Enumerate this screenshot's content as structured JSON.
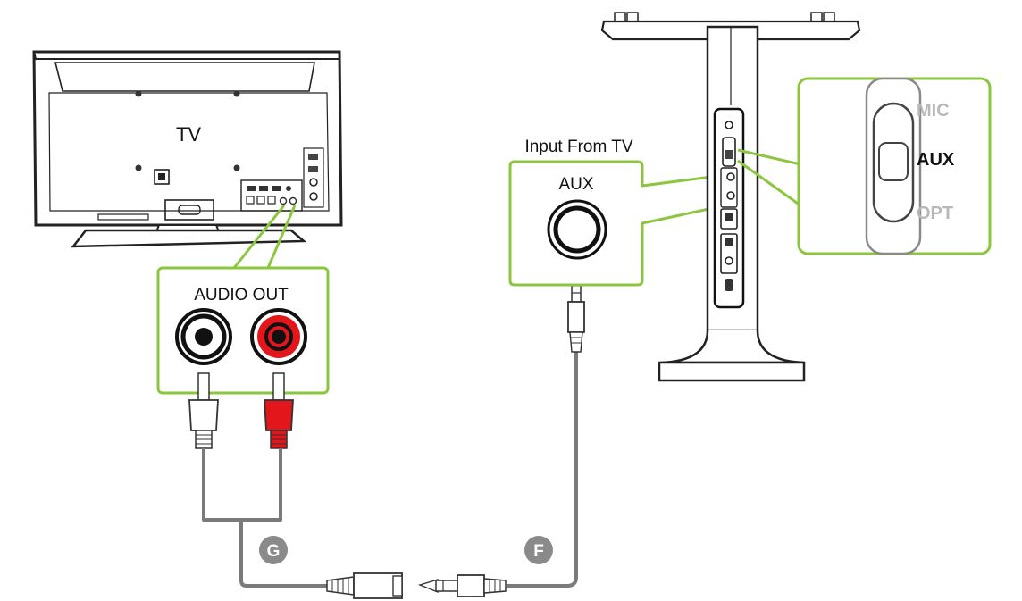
{
  "tv": {
    "label": "TV"
  },
  "audio_out": {
    "label": "AUDIO OUT"
  },
  "input_from_tv": {
    "heading": "Input From TV",
    "port_label": "AUX"
  },
  "switch": {
    "positions": [
      "MIC",
      "AUX",
      "OPT"
    ],
    "selected": "AUX"
  },
  "cables": {
    "left_badge": "G",
    "right_badge": "F"
  },
  "colors": {
    "callout_green": "#8cc63f",
    "cable_gray": "#7a7a7a",
    "badge_gray": "#8a8a8a",
    "rca_red": "#e3161b"
  }
}
